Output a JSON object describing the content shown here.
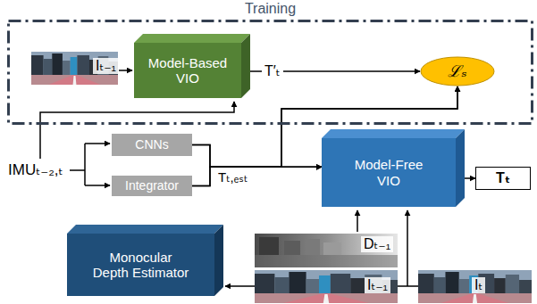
{
  "diagram": {
    "nodes": [
      {
        "text": [
          "Training"
        ]
      },
      {
        "text": [
          "Model-Based VIO"
        ],
        "in": 0
      },
      {
        "text": [
          "ℒₛ"
        ],
        "in": 0
      },
      {
        "text": [
          "CNNs"
        ]
      },
      {
        "text": [
          "Integrator"
        ]
      },
      {
        "text": [
          "Model-Free VIO"
        ]
      },
      {
        "text": [
          "Tₜ"
        ]
      },
      {
        "text": [
          "Monocular Depth Estimator"
        ]
      }
    ],
    "edges": [
      {
        "from": 1,
        "to": 2,
        "label": "T′ₜ",
        "arrow": "to"
      },
      {
        "from": 3,
        "to": 5,
        "arrow": "to"
      },
      {
        "from": 4,
        "to": 5,
        "arrow": "to"
      },
      {
        "from": 3,
        "to": 2,
        "arrow": "to"
      },
      {
        "from": 4,
        "to": 2,
        "arrow": "to"
      },
      {
        "from": 5,
        "to": 6,
        "arrow": "to"
      }
    ],
    "labels": [
      "Iₜ₋₁",
      "IMUₜ₋₂,ₜ",
      "Tₜ,ₑₛₜ",
      "Dₜ₋₁",
      "Iₜ₋₁",
      "Iₜ"
    ]
  }
}
